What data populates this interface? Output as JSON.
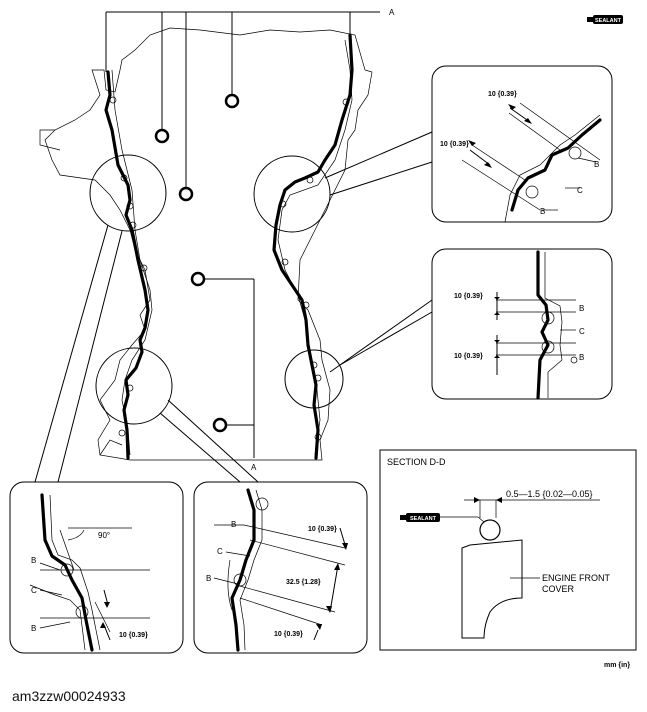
{
  "sealant_badge": "SEALANT",
  "labels": {
    "A_top": "A",
    "A_bottom": "A",
    "B": "B",
    "C": "C"
  },
  "detail_upper_right": {
    "dim1": "10 {0.39}",
    "dim2": "10 {0.39}"
  },
  "detail_mid_right": {
    "dim1": "10 {0.39}",
    "dim2": "10 {0.39}"
  },
  "detail_bottom_left": {
    "angle": "90°",
    "dim": "10 {0.39}"
  },
  "detail_bottom_mid": {
    "dim1": "10 {0.39}",
    "dim2": "32.5 {1.28}",
    "dim3": "10 {0.39}"
  },
  "section": {
    "title": "SECTION D-D",
    "dim": "0.5—1.5 {0.02—0.05}",
    "part_line1": "ENGINE FRONT",
    "part_line2": "COVER",
    "sealant": "SEALANT"
  },
  "unit": "mm {in}",
  "caption": "am3zzw00024933"
}
